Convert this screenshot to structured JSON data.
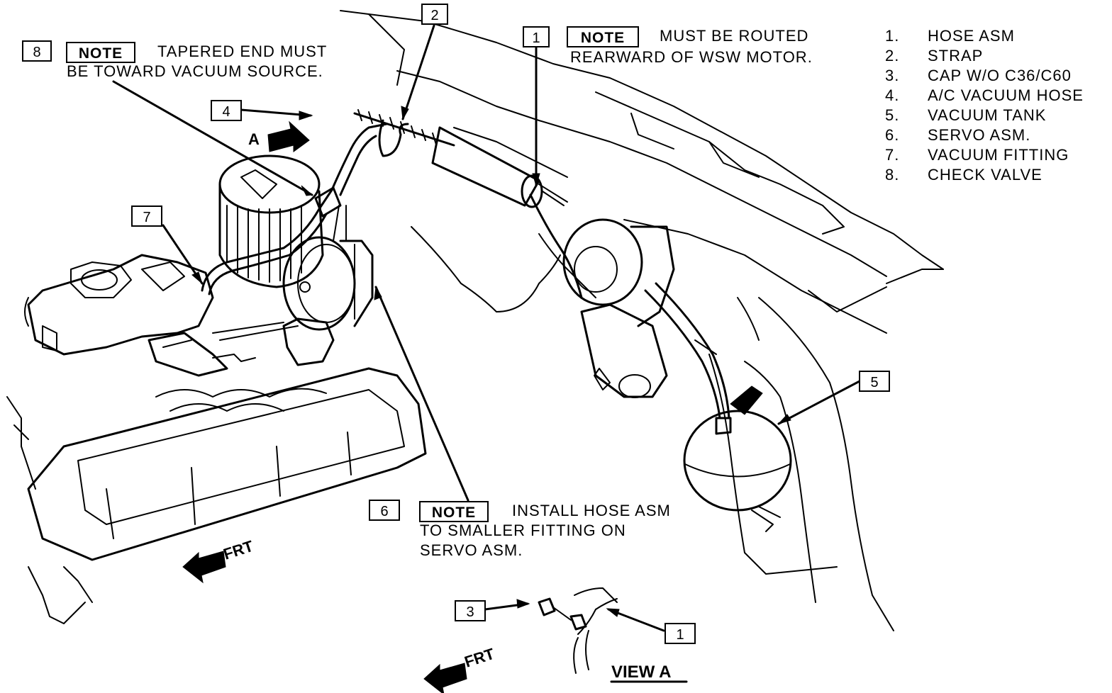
{
  "legend": [
    {
      "num": "1.",
      "text": "HOSE ASM"
    },
    {
      "num": "2.",
      "text": "STRAP"
    },
    {
      "num": "3.",
      "text": "CAP W/O C36/C60"
    },
    {
      "num": "4.",
      "text": "A/C VACUUM HOSE"
    },
    {
      "num": "5.",
      "text": "VACUUM TANK"
    },
    {
      "num": "6.",
      "text": "SERVO ASM."
    },
    {
      "num": "7.",
      "text": "VACUUM FITTING"
    },
    {
      "num": "8.",
      "text": "CHECK VALVE"
    }
  ],
  "callouts": {
    "c1": "1",
    "c2": "2",
    "c3": "3",
    "c4": "4",
    "c5": "5",
    "c6": "6",
    "c7": "7",
    "c8": "8",
    "c1_view": "1"
  },
  "notes": {
    "note_label": "NOTE",
    "note1_line1": "MUST BE ROUTED",
    "note1_line2": "REARWARD OF WSW MOTOR.",
    "note8_line1": "TAPERED END MUST",
    "note8_line2": "BE TOWARD VACUUM SOURCE.",
    "note6_line1": "INSTALL HOSE ASM",
    "note6_line2": "TO SMALLER FITTING ON",
    "note6_line3": "SERVO ASM."
  },
  "markers": {
    "view_ref": "A",
    "view_title": "VIEW A",
    "frt_main": "FRT",
    "frt_view": "FRT"
  }
}
